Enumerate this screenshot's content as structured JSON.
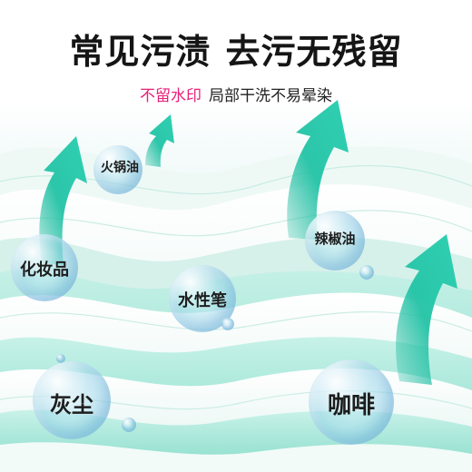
{
  "headline": {
    "part1": "常见污渍",
    "part2": "去污无残留"
  },
  "subline": {
    "highlight": "不留水印",
    "rest": "局部干洗不易晕染"
  },
  "stains": {
    "hotpot_oil": "火锅油",
    "cosmetics": "化妆品",
    "chili_oil": "辣椒油",
    "marker": "水性笔",
    "dust": "灰尘",
    "coffee": "咖啡"
  },
  "colors": {
    "headline_text": "#151515",
    "highlight_text": "#e8207a",
    "body_text": "#222222",
    "arrow": "#24c1a4",
    "fabric_light": "#f3fbf9",
    "fabric_mint": "#8fe0cf"
  }
}
